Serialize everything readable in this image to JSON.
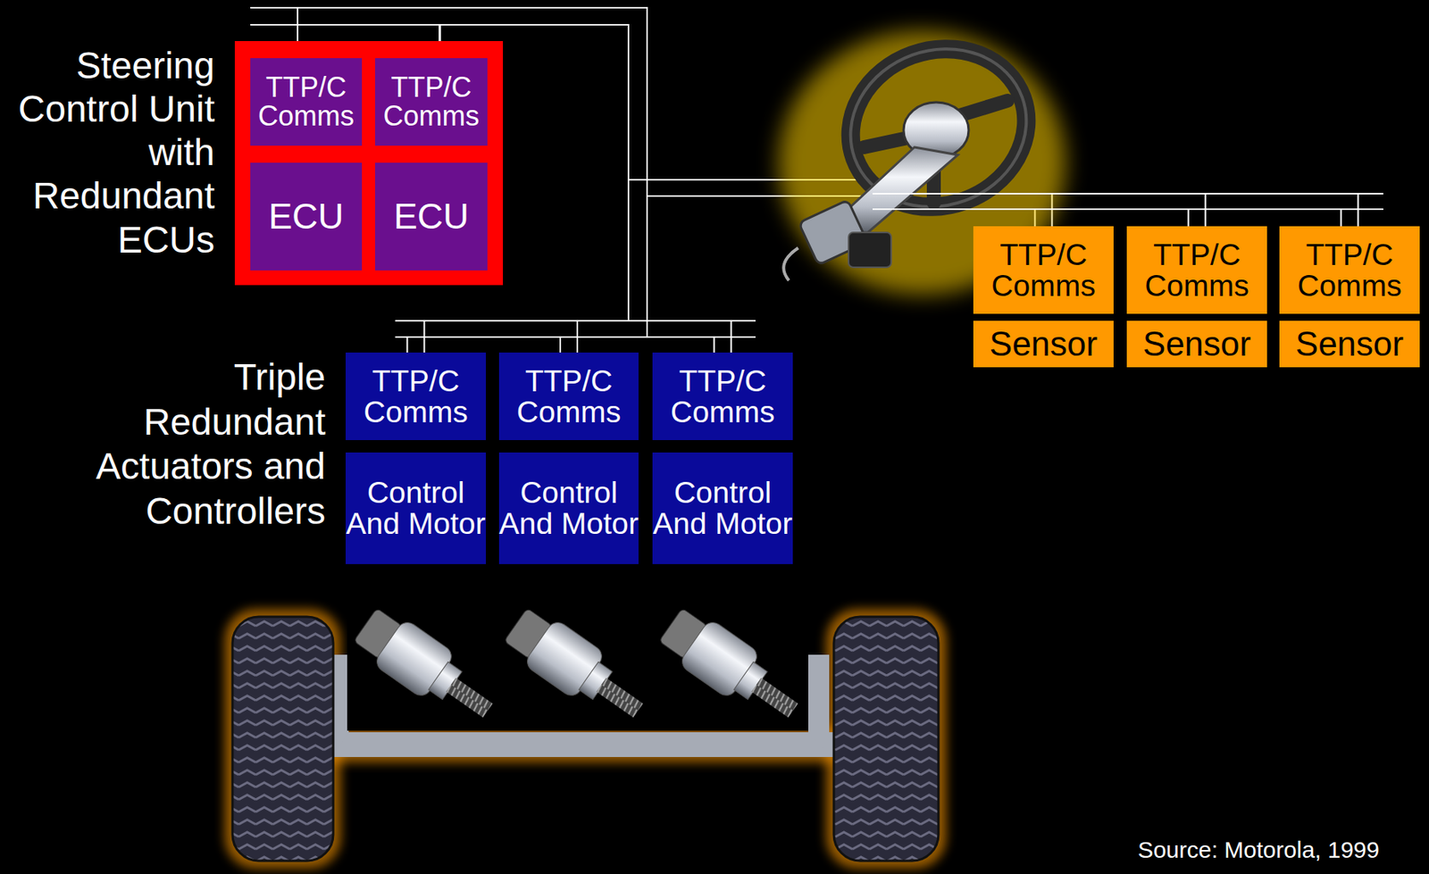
{
  "diagram": {
    "nodes": [
      {
        "text": [
          "Steering Control Unit with Redundant ECUs"
        ]
      },
      {
        "text": [
          "TTP/C Comms"
        ],
        "in": 0
      },
      {
        "text": [
          "TTP/C Comms"
        ],
        "in": 0
      },
      {
        "text": [
          "ECU"
        ],
        "in": 0
      },
      {
        "text": [
          "ECU"
        ],
        "in": 0
      },
      {
        "text": [
          "TTP/C Comms"
        ]
      },
      {
        "text": [
          "TTP/C Comms"
        ]
      },
      {
        "text": [
          "TTP/C Comms"
        ]
      },
      {
        "text": [
          "Control And Motor"
        ]
      },
      {
        "text": [
          "Control And Motor"
        ]
      },
      {
        "text": [
          "Control And Motor"
        ]
      },
      {
        "text": [
          "TTP/C Comms"
        ]
      },
      {
        "text": [
          "TTP/C Comms"
        ]
      },
      {
        "text": [
          "TTP/C Comms"
        ]
      },
      {
        "text": [
          "Sensor"
        ]
      },
      {
        "text": [
          "Sensor"
        ]
      },
      {
        "text": [
          "Sensor"
        ]
      }
    ],
    "edges": [
      {
        "from": 1,
        "to": 5,
        "arrow": "none"
      },
      {
        "from": 1,
        "to": 6,
        "arrow": "none"
      },
      {
        "from": 1,
        "to": 7,
        "arrow": "none"
      },
      {
        "from": 1,
        "to": 11,
        "arrow": "none"
      },
      {
        "from": 1,
        "to": 12,
        "arrow": "none"
      },
      {
        "from": 1,
        "to": 13,
        "arrow": "none"
      },
      {
        "from": 2,
        "to": 5,
        "arrow": "none"
      },
      {
        "from": 2,
        "to": 6,
        "arrow": "none"
      },
      {
        "from": 2,
        "to": 7,
        "arrow": "none"
      },
      {
        "from": 2,
        "to": 11,
        "arrow": "none"
      },
      {
        "from": 2,
        "to": 12,
        "arrow": "none"
      },
      {
        "from": 2,
        "to": 13,
        "arrow": "none"
      }
    ],
    "labels": [
      "Triple Redundant Actuators and Controllers",
      "Source: Motorola, 1999"
    ]
  }
}
